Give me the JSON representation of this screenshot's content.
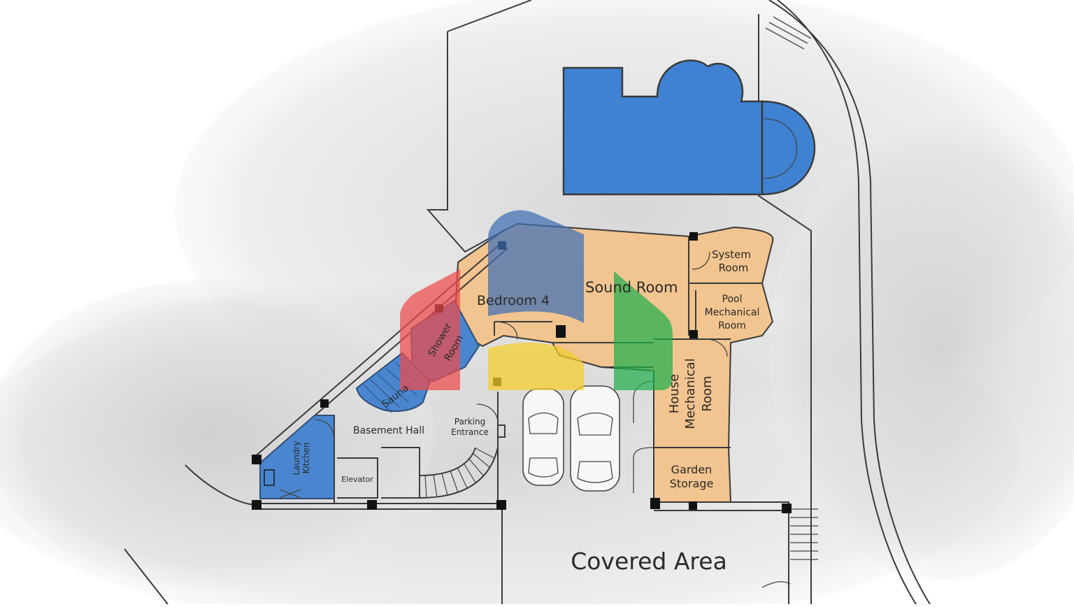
{
  "plan": {
    "rooms": {
      "bedroom4": "Bedroom 4",
      "sound_room": "Sound Room",
      "system_room_1": "System",
      "system_room_2": "Room",
      "pool_mech_1": "Pool",
      "pool_mech_2": "Mechanical",
      "pool_mech_3": "Room",
      "house_mech_1": "House",
      "house_mech_2": "Mechanical",
      "house_mech_3": "Room",
      "garden_1": "Garden",
      "garden_2": "Storage",
      "shower_1": "Shower",
      "shower_2": "Room",
      "sauna": "Sauna",
      "basement_hall": "Basement Hall",
      "parking_1": "Parking",
      "parking_2": "Entrance",
      "laundry_1": "Laundry",
      "laundry_2": "Kitchen",
      "elevator": "Elevator",
      "covered_area": "Covered Area"
    }
  },
  "colors": {
    "living": "#f2c48f",
    "wet": "#4a86cf",
    "pool": "#3f82d2",
    "logo_red": "#ef4b4b",
    "logo_blue": "#3f6fb5",
    "logo_yellow": "#f5cf2a",
    "logo_green": "#1fae4b"
  }
}
